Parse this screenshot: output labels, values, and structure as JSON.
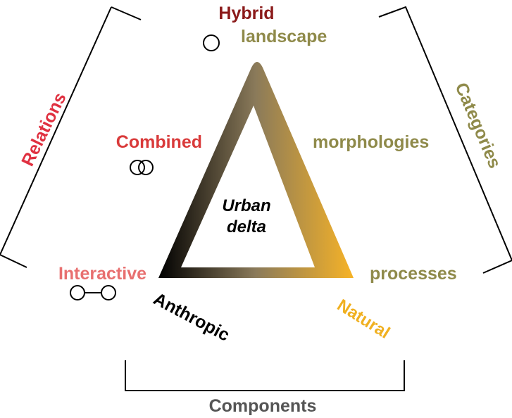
{
  "center": {
    "line1": "Urban",
    "line2": "delta"
  },
  "vertices": {
    "top": "Hybrid",
    "left": "Anthropic",
    "right": "Natural"
  },
  "relations": {
    "heading": "Relations",
    "items": [
      "Hybrid",
      "Combined",
      "Interactive"
    ]
  },
  "categories": {
    "heading": "Categories",
    "items": [
      "landscape",
      "morphologies",
      "processes"
    ]
  },
  "components": {
    "heading": "Components"
  },
  "colors": {
    "hybrid": "#8b1a1a",
    "relations": "#e03040",
    "combined": "#d93a3a",
    "interactive": "#e87070",
    "categories": "#8f8a4a",
    "natural": "#f0b020",
    "anthropic": "#000000",
    "components": "#555555"
  }
}
